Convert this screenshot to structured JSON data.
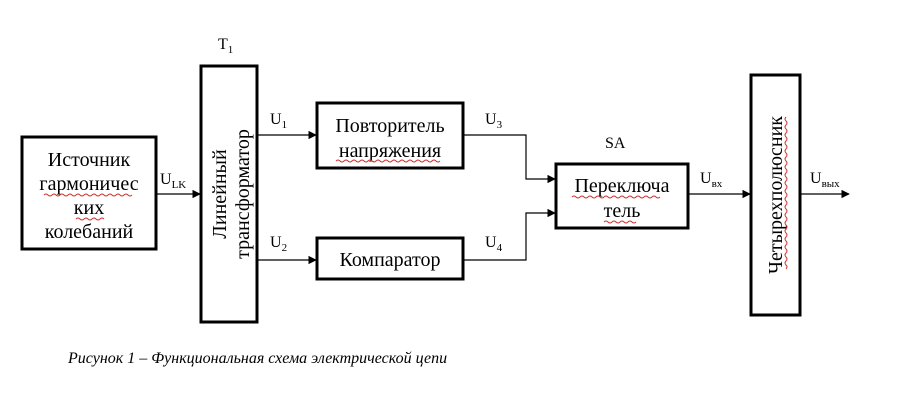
{
  "blocks": {
    "source": [
      "Источник",
      "гармоничес",
      "ких",
      "колебаний"
    ],
    "transformer": [
      "Линейный",
      "трансформатор"
    ],
    "repeater": [
      "Повторитель",
      "напряжения"
    ],
    "comparator": "Компаратор",
    "switch": [
      "Переключа",
      "тель"
    ],
    "quadripole": "Четырехполюсник"
  },
  "signals": {
    "ulk": {
      "main": "U",
      "sub": "LK"
    },
    "u1": {
      "main": "U",
      "sub": "1"
    },
    "u2": {
      "main": "U",
      "sub": "2"
    },
    "u3": {
      "main": "U",
      "sub": "3"
    },
    "u4": {
      "main": "U",
      "sub": "4"
    },
    "uvx": {
      "main": "U",
      "sub": "вх"
    },
    "uvyx": {
      "main": "U",
      "sub": "вых"
    },
    "t1": {
      "main": "T",
      "sub": "1"
    },
    "sa": "SA"
  },
  "caption": "Рисунок 1 – Функциональная схема электрической цепи"
}
